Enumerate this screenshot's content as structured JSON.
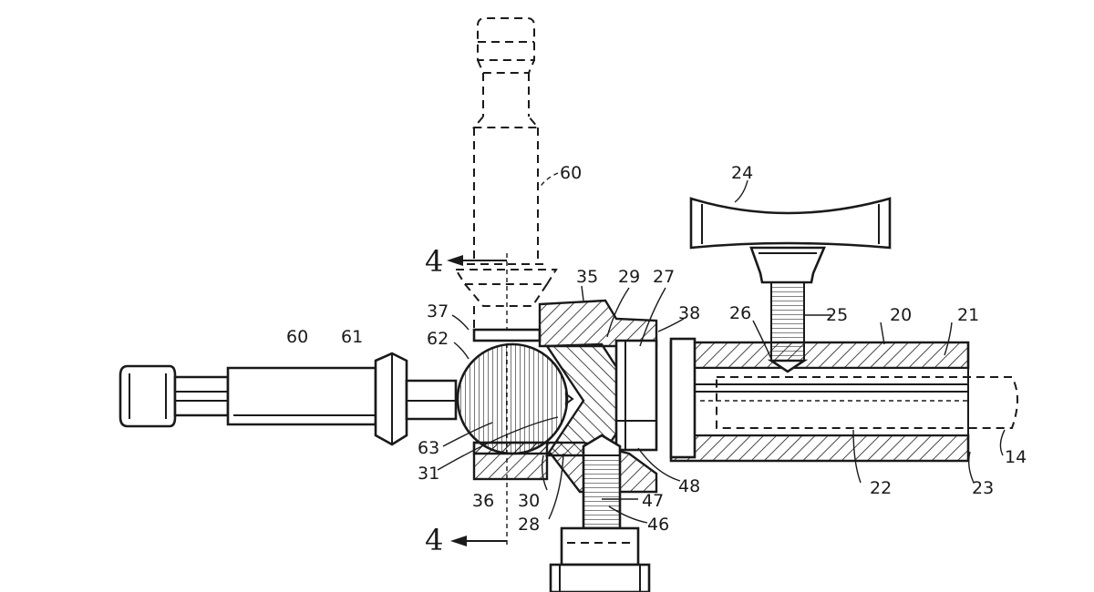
{
  "figure": {
    "section_mark": "4",
    "labels": {
      "l60_top": "60",
      "l24": "24",
      "l35": "35",
      "l29": "29",
      "l27": "27",
      "l38": "38",
      "l37": "37",
      "l62": "62",
      "l60_left": "60",
      "l61": "61",
      "l26": "26",
      "l25": "25",
      "l20": "20",
      "l21": "21",
      "l63": "63",
      "l31": "31",
      "l36": "36",
      "l30": "30",
      "l28": "28",
      "l47": "47",
      "l46": "46",
      "l48": "48",
      "l22": "22",
      "l23": "23",
      "l14": "14"
    }
  }
}
